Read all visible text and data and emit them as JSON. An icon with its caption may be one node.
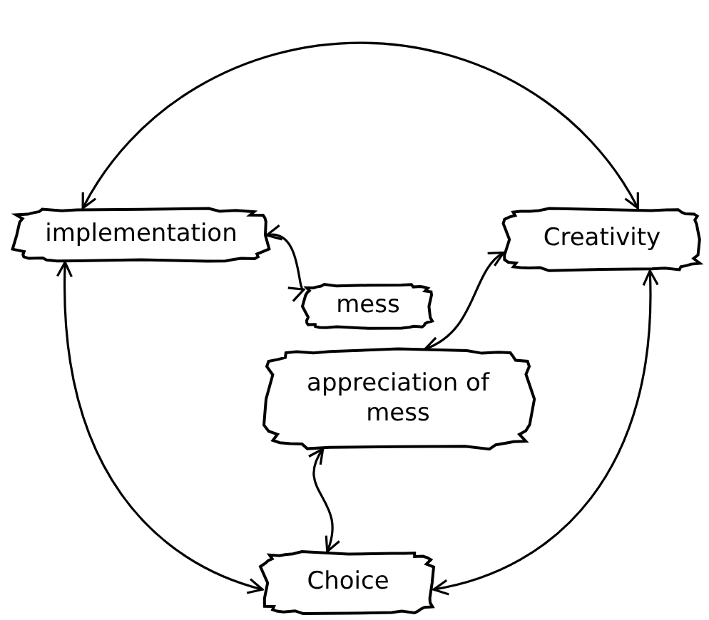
{
  "diagram": {
    "nodes": [
      {
        "text": [
          "implementation"
        ]
      },
      {
        "text": [
          "Creativity"
        ]
      },
      {
        "text": [
          "mess"
        ]
      },
      {
        "text": [
          "appreciation of mess"
        ]
      },
      {
        "text": [
          "Choice"
        ]
      }
    ],
    "edges": [
      {
        "from": 0,
        "to": 1,
        "arrow": "both"
      },
      {
        "from": 0,
        "to": 2,
        "arrow": "both"
      },
      {
        "from": 1,
        "to": 3,
        "arrow": "both"
      },
      {
        "from": 3,
        "to": 4,
        "arrow": "both"
      },
      {
        "from": 0,
        "to": 4,
        "arrow": "both"
      },
      {
        "from": 1,
        "to": 4,
        "arrow": "both"
      }
    ]
  }
}
